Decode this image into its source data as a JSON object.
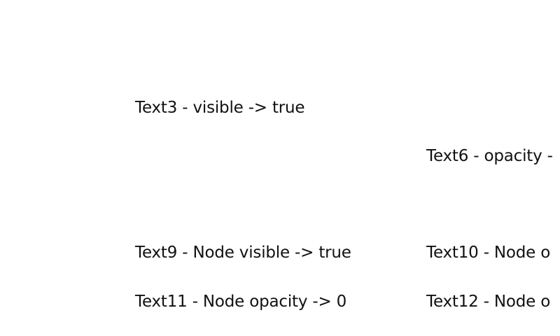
{
  "labels": {
    "text3": "Text3 - visible -> true",
    "text6": "Text6 - opacity -",
    "text9": "Text9 - Node visible -> true",
    "text10": "Text10 - Node o",
    "text11": "Text11 - Node opacity -> 0",
    "text12": "Text12 - Node o"
  },
  "colors": {
    "background": "#ffffff",
    "text": "#111111"
  }
}
